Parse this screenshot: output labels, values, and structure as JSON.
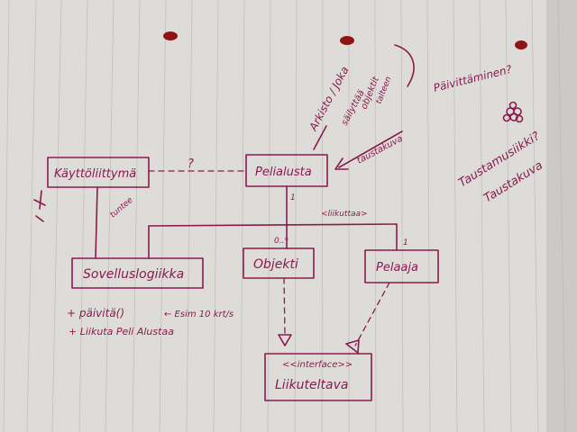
{
  "diagram": {
    "classes": {
      "kayttoliittyma": "Käyttöliittymä",
      "pelialusta": "Pelialusta",
      "sovelluslogiikka": "Sovelluslogiikka",
      "objekti": "Objekti",
      "pelaaja": "Pelaaja",
      "liikuteltava_stereotype": "<<interface>>",
      "liikuteltava": "Liikuteltava"
    },
    "relations": {
      "ui_to_board": "?",
      "ui_to_logic": "tuntee",
      "board_moves": "<liikuttaa>",
      "mult_board": "1",
      "mult_objekti": "0..*",
      "mult_pelaaja": "1"
    },
    "methods": [
      "+ päivitä()",
      "+ Liikuta Peli Alustaa"
    ],
    "method_note": "← Esim 10 krt/s",
    "notes": {
      "arkisto": "Arkisto / Joka",
      "sailyttaa": "säilyttää",
      "objektit": "objektit",
      "talteen": "talteen",
      "taustakuva_arrow": "taustakuva",
      "paivitys": "Päivittäminen?",
      "taustamusiikki": "Taustamusiikki?",
      "taustakuva": "Taustakuva"
    }
  }
}
